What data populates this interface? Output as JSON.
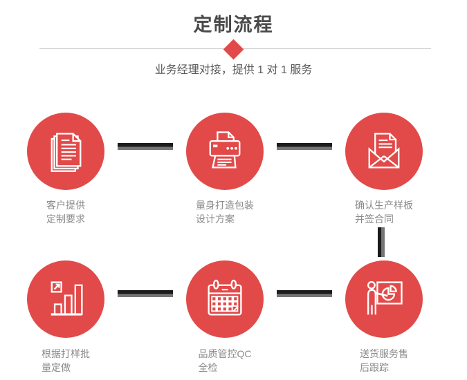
{
  "header": {
    "title": "定制流程",
    "subtitle": "业务经理对接，提供 1 对 1 服务"
  },
  "colors": {
    "accent_red": "#e24a4a",
    "connector_dark": "#1b1b1b",
    "connector_gray": "#757575",
    "divider_gray": "#cccccc",
    "title_text": "#4a4a4a",
    "label_text": "#8a8a8a"
  },
  "steps": [
    {
      "icon": "documents-icon",
      "line1": "客户提供",
      "line2": "定制要求"
    },
    {
      "icon": "printer-icon",
      "line1": "量身打造包装",
      "line2": "设计方案"
    },
    {
      "icon": "envelope-icon",
      "line1": "确认生产样板",
      "line2": "并签合同"
    },
    {
      "icon": "bar-chart-icon",
      "line1": "根据打样批",
      "line2": "量定做"
    },
    {
      "icon": "calendar-icon",
      "line1": "品质管控QC",
      "line2": "全检"
    },
    {
      "icon": "presentation-icon",
      "line1": "送货服务售",
      "line2": "后跟踪"
    }
  ]
}
